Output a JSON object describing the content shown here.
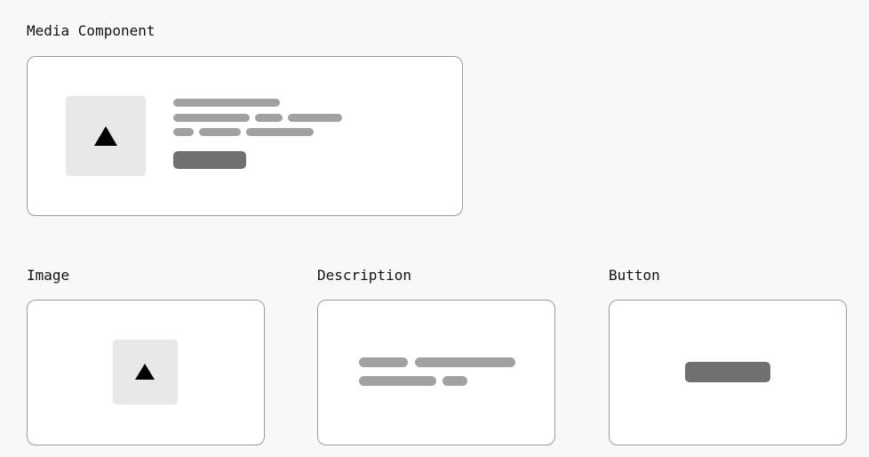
{
  "colors": {
    "page_background": "#f8f8f8",
    "card_background": "#ffffff",
    "card_border": "#9b9b9b",
    "image_placeholder": "#e8e8e8",
    "image_icon": "#000000",
    "text_line_placeholder": "#a1a1a1",
    "button_placeholder": "#707070"
  },
  "media_component": {
    "title": "Media Component",
    "image_icon": "image-placeholder-triangle-icon"
  },
  "parts": {
    "image": {
      "title": "Image",
      "icon": "image-placeholder-triangle-icon"
    },
    "description": {
      "title": "Description"
    },
    "button": {
      "title": "Button"
    }
  }
}
